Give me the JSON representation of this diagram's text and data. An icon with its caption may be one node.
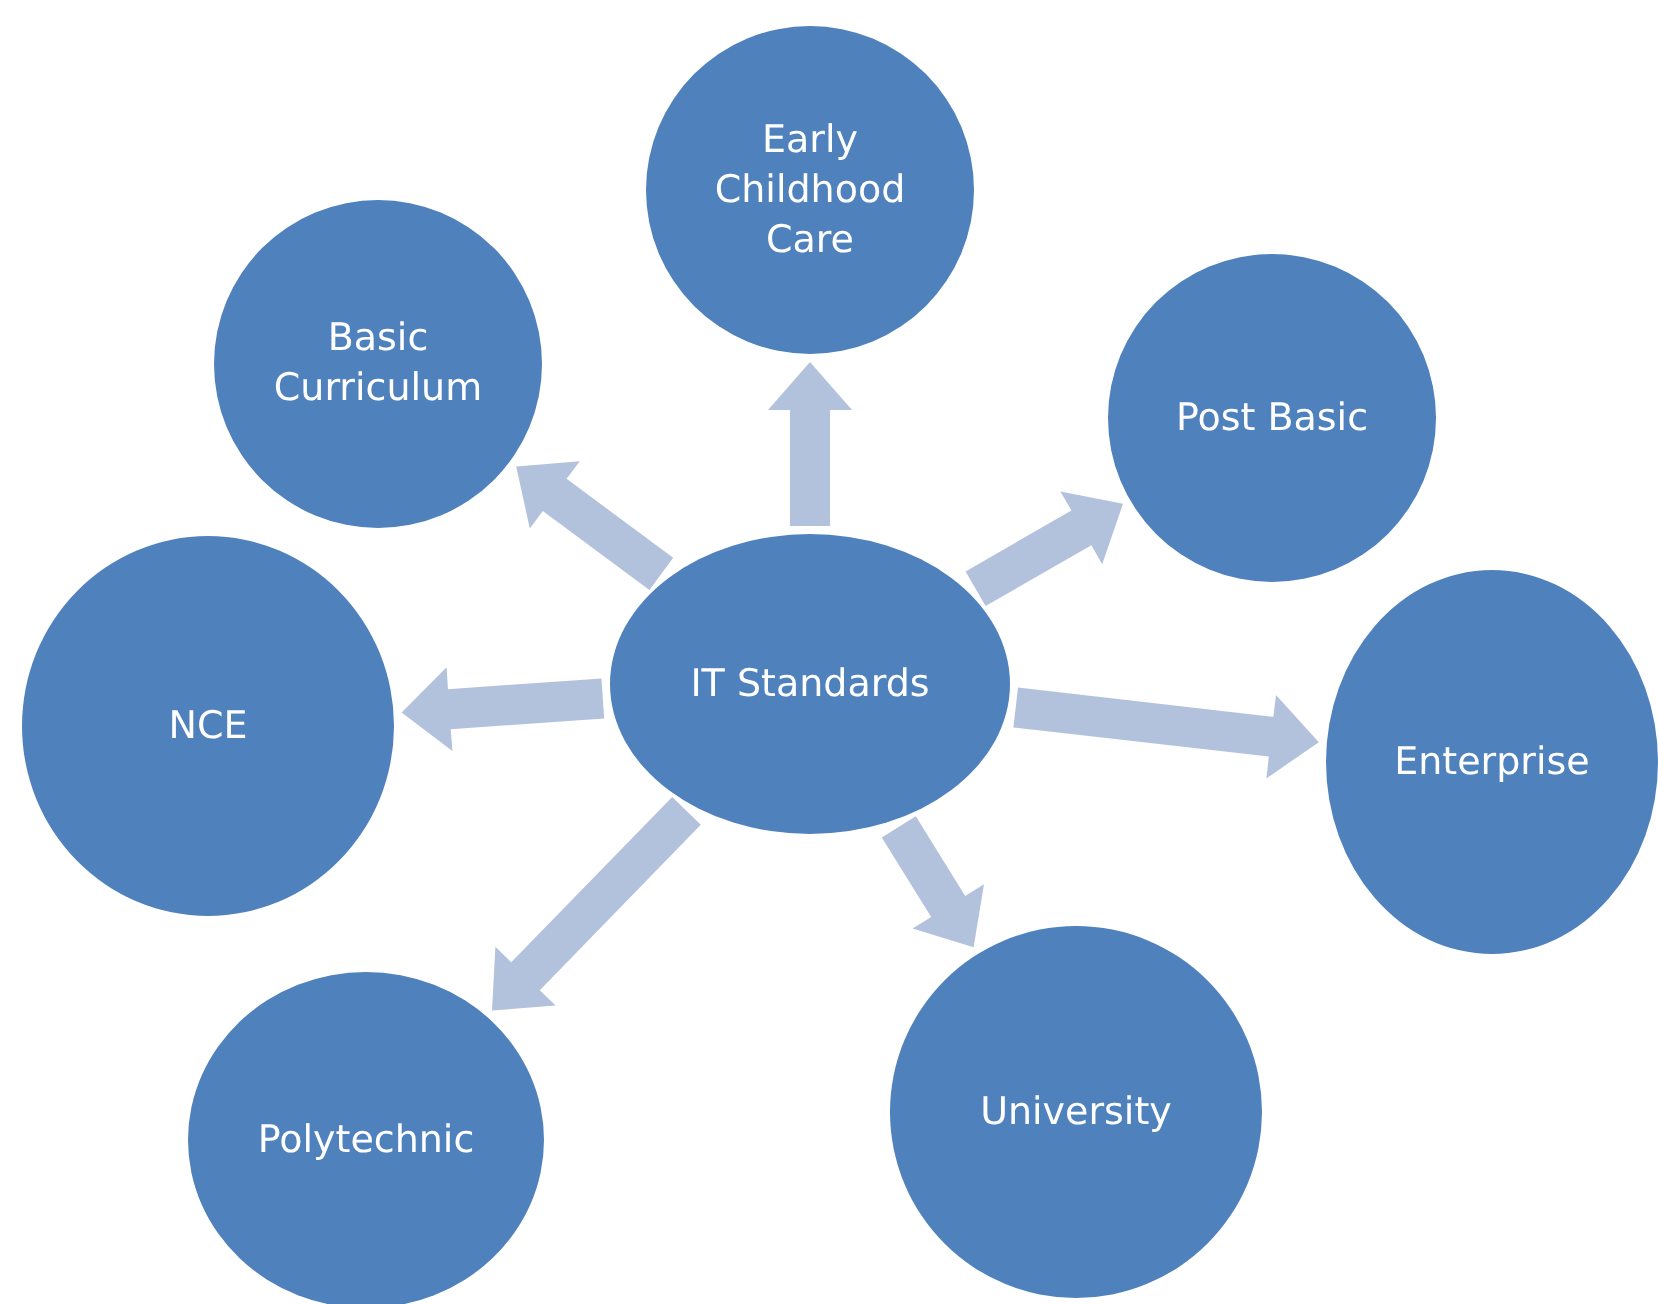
{
  "diagram": {
    "nodes": [
      {
        "text": [
          "IT Standards"
        ]
      },
      {
        "text": [
          "Early Childhood Care"
        ]
      },
      {
        "text": [
          "Basic Curriculum"
        ]
      },
      {
        "text": [
          "Post Basic"
        ]
      },
      {
        "text": [
          "NCE"
        ]
      },
      {
        "text": [
          "Enterprise"
        ]
      },
      {
        "text": [
          "Polytechnic"
        ]
      },
      {
        "text": [
          "University"
        ]
      }
    ],
    "edges": [
      {
        "from": 0,
        "to": 1,
        "arrow": "to"
      },
      {
        "from": 0,
        "to": 2,
        "arrow": "to"
      },
      {
        "from": 0,
        "to": 3,
        "arrow": "to"
      },
      {
        "from": 0,
        "to": 4,
        "arrow": "to"
      },
      {
        "from": 0,
        "to": 5,
        "arrow": "to"
      },
      {
        "from": 0,
        "to": 6,
        "arrow": "to"
      },
      {
        "from": 0,
        "to": 7,
        "arrow": "to"
      }
    ]
  }
}
